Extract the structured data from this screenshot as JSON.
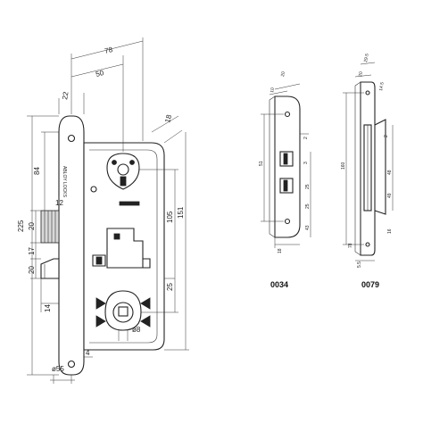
{
  "main_lock": {
    "dims": {
      "d78": "78",
      "d50": "50",
      "d22": "22",
      "d18": "18",
      "d84": "84",
      "d225": "225",
      "d12": "12",
      "d20a": "20",
      "d17": "17",
      "d20b": "20",
      "d105": "105",
      "d151": "151",
      "d14": "14",
      "d25": "25",
      "d8": "ø8",
      "d55": "ø55",
      "d4": "4"
    },
    "brand_text": "ABLOY LOCKS"
  },
  "strike_0034": {
    "caption": "0034",
    "dims": {
      "a": "20",
      "b": "10",
      "c": "51",
      "d": "2",
      "e": "3",
      "f": "25",
      "g": "25",
      "h": "43",
      "i": "18"
    }
  },
  "strike_0079": {
    "caption": "0079",
    "dims": {
      "a": "29.5",
      "b": "20",
      "c": "14.5",
      "d": "2",
      "e": "160",
      "f": "48",
      "g": "49",
      "h": "16",
      "i": "78",
      "j": "5.5"
    }
  }
}
